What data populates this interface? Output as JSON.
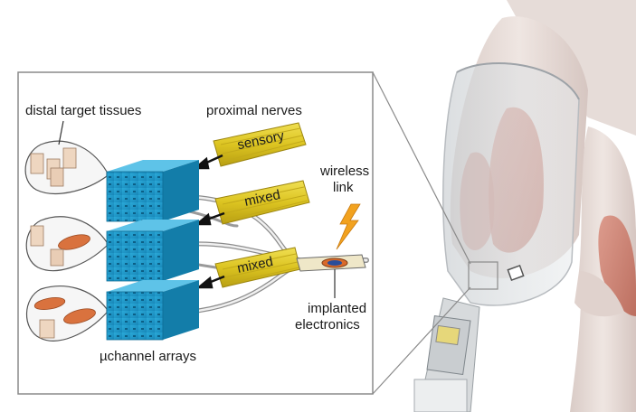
{
  "labels": {
    "distal_target_tissues": "distal target tissues",
    "proximal_nerves": "proximal nerves",
    "wireless_link_line1": "wireless",
    "wireless_link_line2": "link",
    "implanted_electronics_line1": "implanted",
    "implanted_electronics_line2": "electronics",
    "microchannel_arrays": "µchannel arrays"
  },
  "nerves": [
    {
      "label": "sensory"
    },
    {
      "label": "mixed"
    },
    {
      "label": "mixed"
    }
  ],
  "colors": {
    "nerve_yellow": "#e4cf2a",
    "array_blue": "#1d9fd0",
    "muscle_red": "#c87463",
    "panel_border": "#8a8a8a",
    "lightning": "#f2a21f"
  }
}
